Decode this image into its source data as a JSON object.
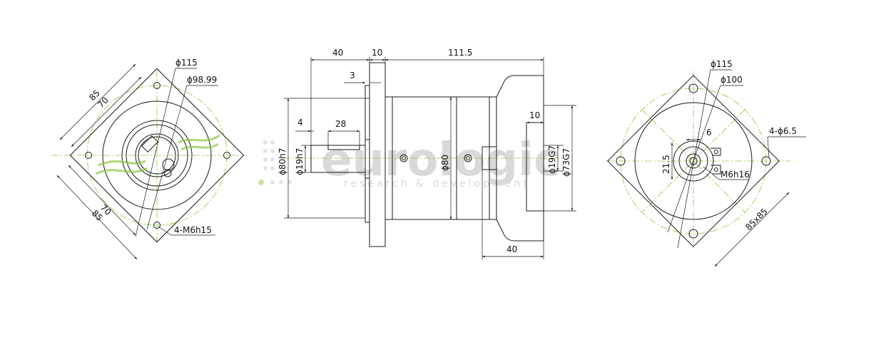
{
  "watermark": {
    "brand": "eurologic",
    "tagline": "research & development"
  },
  "front_view": {
    "labels": {
      "d115": "ϕ115",
      "d98": "ϕ98.99",
      "w85_top": "85",
      "w70_top": "70",
      "w70_bottom": "70",
      "w85_bottom": "85",
      "holes": "4-M6h15"
    }
  },
  "side_view": {
    "labels": {
      "len40": "40",
      "len10": "10",
      "len111": "111.5",
      "key3": "3",
      "key4": "4",
      "key28": "28",
      "d80h7": "ϕ80h7",
      "d19h7": "ϕ19h7",
      "d80": "ϕ80",
      "in10": "10",
      "d19g7": "ϕ19G7",
      "d73g7": "ϕ73G7",
      "bottom40": "40"
    }
  },
  "rear_view": {
    "labels": {
      "d115": "ϕ115",
      "d100": "ϕ100",
      "holes": "4-ϕ6.5",
      "key6": "6",
      "h21": "21.5",
      "thread": "M6h16",
      "square": "85x85"
    }
  },
  "colors": {
    "line": "#1a1a1a",
    "centerline": "#8cc63f",
    "watermark": "#d9d9d9"
  }
}
